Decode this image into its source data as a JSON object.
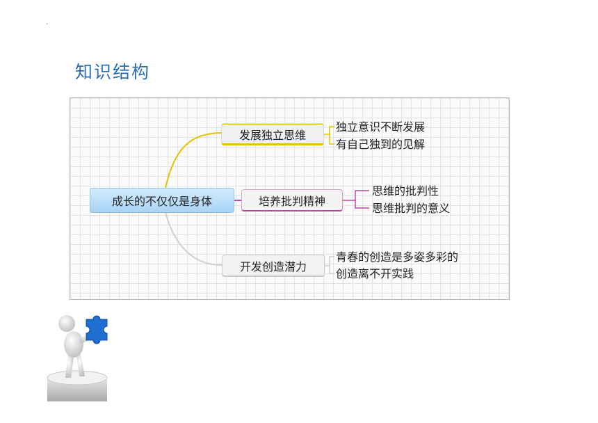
{
  "slide": {
    "dot": "·",
    "title": "知识结构"
  },
  "mindmap": {
    "root": "成长的不仅仅是身体",
    "branches": [
      {
        "label": "发展独立思维",
        "color": "#e5c100",
        "leaves": [
          "独立意识不断发展",
          "有自己独到的见解"
        ]
      },
      {
        "label": "培养批判精神",
        "color": "#c04a9f",
        "leaves": [
          "思维的批判性",
          "思维批判的意义"
        ]
      },
      {
        "label": "开发创造潜力",
        "color": "#cfcfcf",
        "leaves": [
          "青春的创造是多姿多彩的",
          "创造离不开实践"
        ]
      }
    ]
  },
  "illustration": {
    "icon": "person-holding-puzzle-piece-icon"
  }
}
